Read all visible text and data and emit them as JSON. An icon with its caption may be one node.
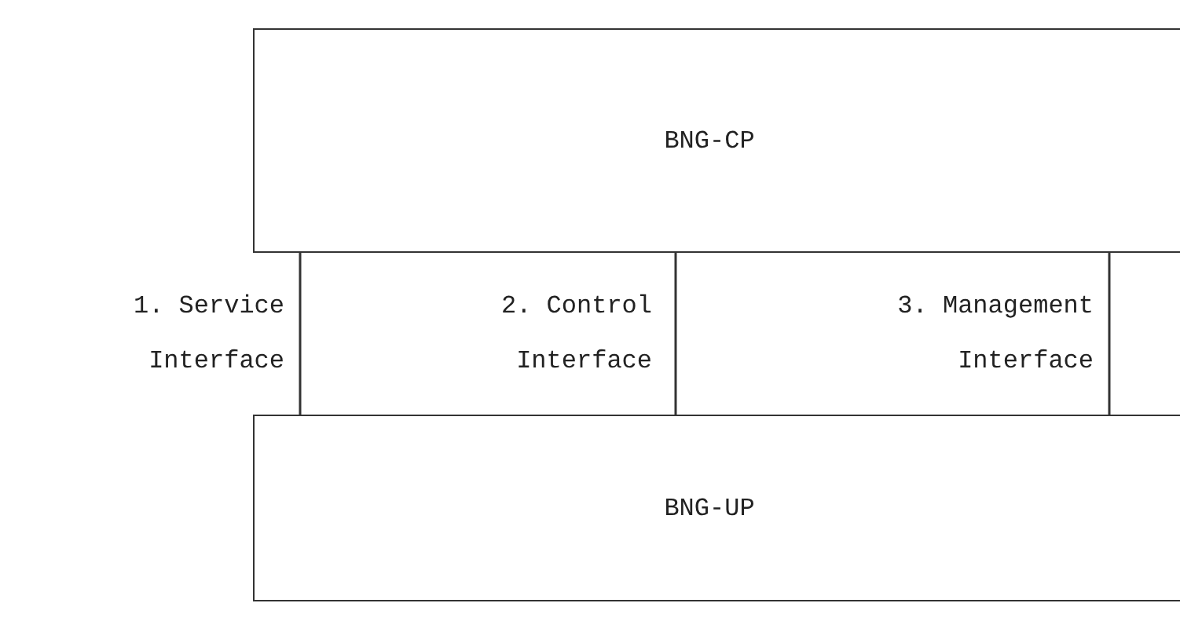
{
  "diagram": {
    "nodes": [
      {
        "text": [
          "BNG-CP"
        ]
      },
      {
        "text": [
          "BNG-UP"
        ]
      }
    ],
    "edges": [
      {
        "from": 0,
        "to": 1,
        "arrow": "none",
        "label": "1. Service Interface"
      },
      {
        "from": 0,
        "to": 1,
        "arrow": "none",
        "label": "2. Control Interface"
      },
      {
        "from": 0,
        "to": 1,
        "arrow": "none",
        "label": "3. Management Interface"
      }
    ]
  }
}
